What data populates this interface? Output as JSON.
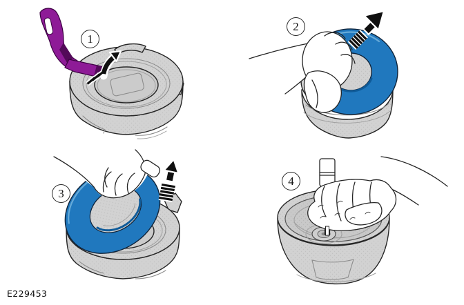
{
  "figure": {
    "code": "E229453"
  },
  "steps": [
    {
      "number": "1"
    },
    {
      "number": "2"
    },
    {
      "number": "3"
    },
    {
      "number": "4"
    }
  ],
  "icons": {
    "arrow_1": "curved-pull-direction-arrow",
    "arrow_2": "straight-pull-direction-arrow",
    "arrow_3": "straight-lift-direction-arrow",
    "tool": "purple-pry-removal-tool",
    "seal": "blue-seal-ring",
    "hands": "technician-hand"
  },
  "colors": {
    "background": "#ffffff",
    "line": "#262626",
    "line_soft": "#8c8c8c",
    "housing_gray": "#d2d2d2",
    "housing_dot": "#c2c2c2",
    "housing_gray_dark": "#c9c9c9",
    "housing_dark_dot": "#b9b9b9",
    "housing_inner": "#cbcbcb",
    "seal_blue": "#2078be",
    "seal_blue_dark": "#0f5b99",
    "seal_blue_highlight": "#66aad8",
    "tool_purple": "#8e1b97",
    "tool_purple_dark": "#530a59",
    "hand_white": "#ffffff",
    "arrow_black": "#101010",
    "arrow_casing": "#ffffff"
  }
}
